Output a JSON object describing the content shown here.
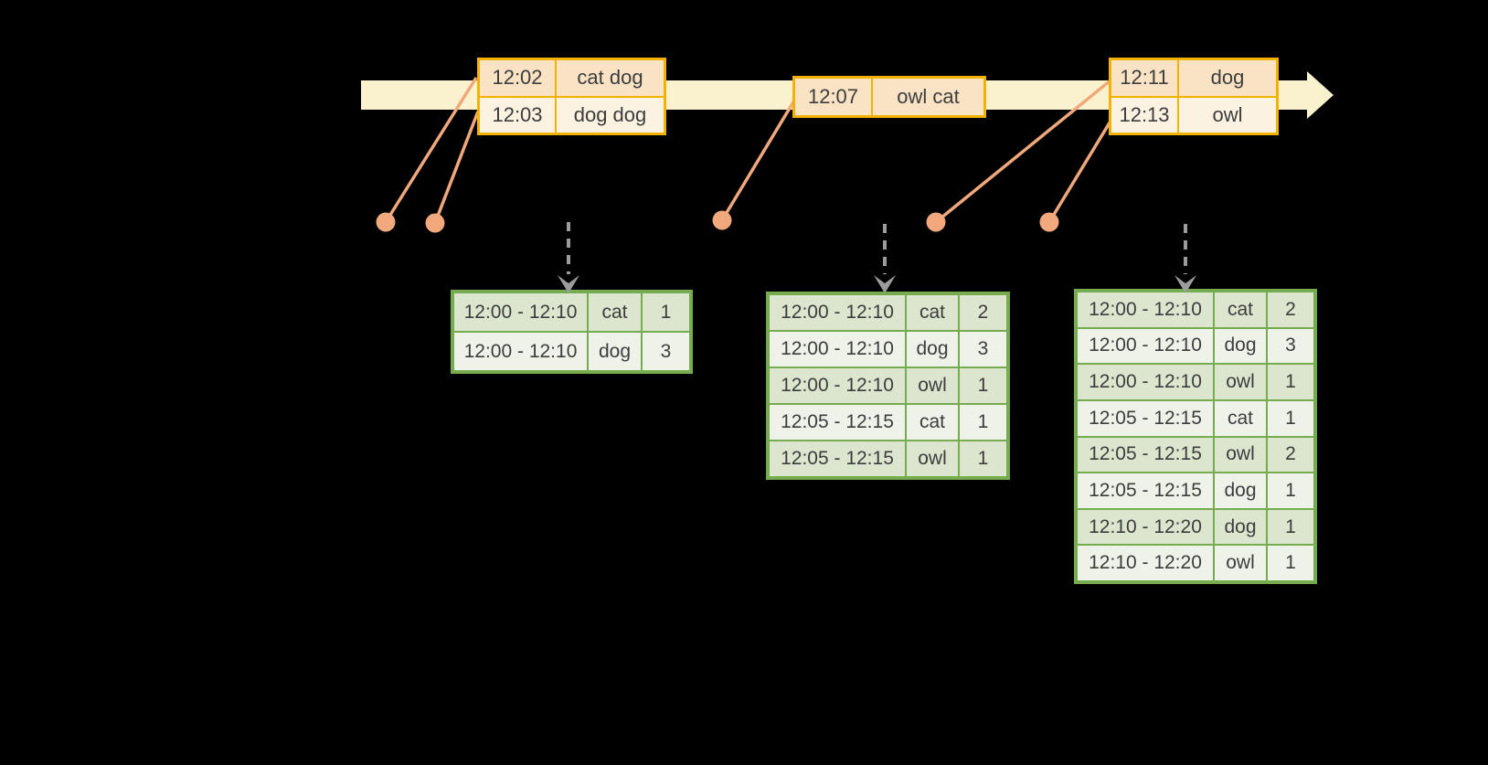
{
  "colors": {
    "background": "#000000",
    "timeline_fill": "#faf2cf",
    "event_border": "#f3b200",
    "event_fill_dark": "#f9e3c4",
    "event_fill_light": "#fcf2e2",
    "connector": "#f0a87c",
    "trigger_arrow": "#9c9c9c",
    "table_border": "#74ac4f",
    "table_fill_dark": "#dce6ce",
    "table_fill_light": "#eff2e9",
    "text": "#3d3d3d"
  },
  "timeline": {
    "events": [
      {
        "time": "12:02",
        "words": "cat dog"
      },
      {
        "time": "12:03",
        "words": "dog dog"
      },
      {
        "time": "12:07",
        "words": "owl cat"
      },
      {
        "time": "12:11",
        "words": "dog"
      },
      {
        "time": "12:13",
        "words": "owl"
      }
    ]
  },
  "result_tables": [
    {
      "rows": [
        {
          "window": "12:00 - 12:10",
          "word": "cat",
          "count": "1"
        },
        {
          "window": "12:00 - 12:10",
          "word": "dog",
          "count": "3"
        }
      ]
    },
    {
      "rows": [
        {
          "window": "12:00 - 12:10",
          "word": "cat",
          "count": "2"
        },
        {
          "window": "12:00 - 12:10",
          "word": "dog",
          "count": "3"
        },
        {
          "window": "12:00 - 12:10",
          "word": "owl",
          "count": "1"
        },
        {
          "window": "12:05 - 12:15",
          "word": "cat",
          "count": "1"
        },
        {
          "window": "12:05 - 12:15",
          "word": "owl",
          "count": "1"
        }
      ]
    },
    {
      "rows": [
        {
          "window": "12:00 - 12:10",
          "word": "cat",
          "count": "2"
        },
        {
          "window": "12:00 - 12:10",
          "word": "dog",
          "count": "3"
        },
        {
          "window": "12:00 - 12:10",
          "word": "owl",
          "count": "1"
        },
        {
          "window": "12:05 - 12:15",
          "word": "cat",
          "count": "1"
        },
        {
          "window": "12:05 - 12:15",
          "word": "owl",
          "count": "2"
        },
        {
          "window": "12:05 - 12:15",
          "word": "dog",
          "count": "1"
        },
        {
          "window": "12:10 - 12:20",
          "word": "dog",
          "count": "1"
        },
        {
          "window": "12:10 - 12:20",
          "word": "owl",
          "count": "1"
        }
      ]
    }
  ]
}
